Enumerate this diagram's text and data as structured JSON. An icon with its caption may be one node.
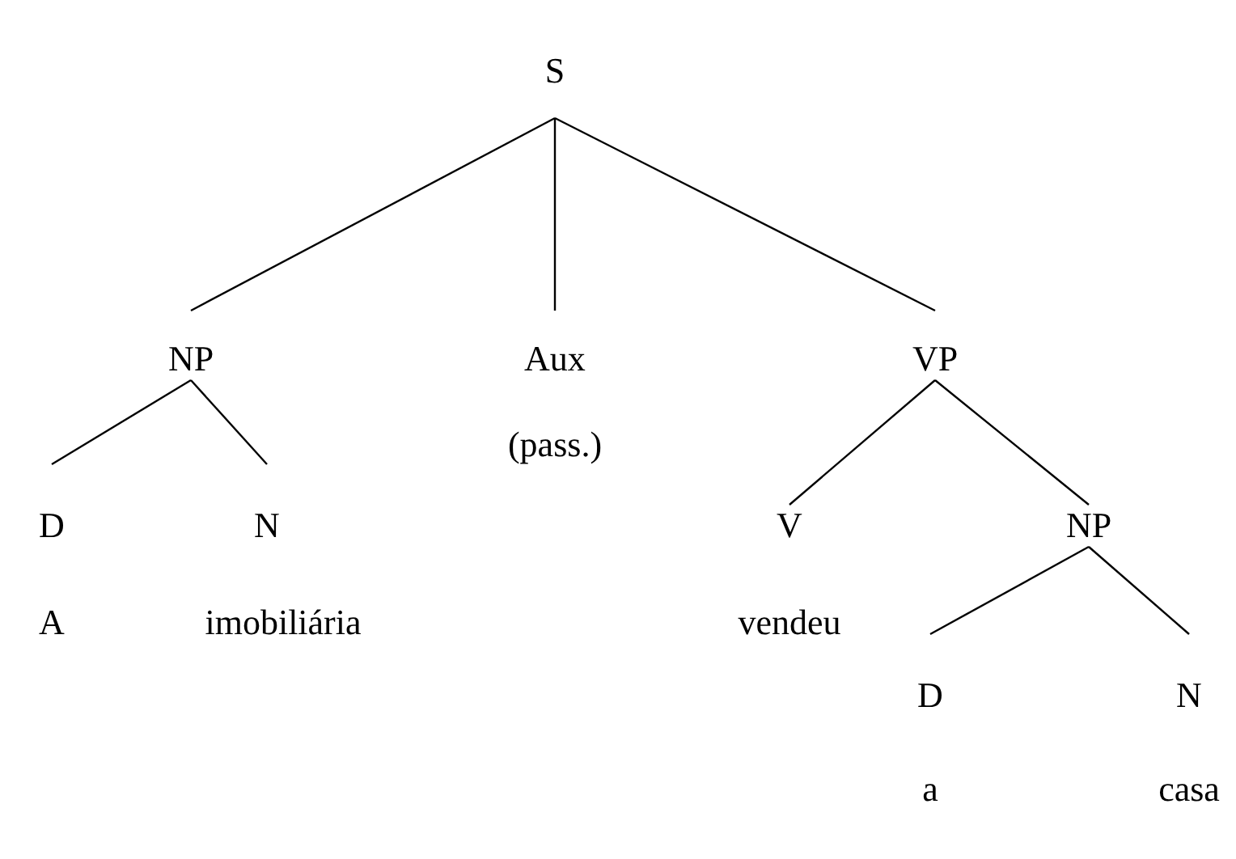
{
  "diagram": {
    "nodes": [
      {
        "text": [
          "S"
        ]
      },
      {
        "text": [
          "NP"
        ]
      },
      {
        "text": [
          "Aux"
        ],
        "beside": [
          "(pass.)"
        ]
      },
      {
        "text": [
          "VP"
        ]
      },
      {
        "text": [
          "D"
        ],
        "beside": [
          "A"
        ]
      },
      {
        "text": [
          "N"
        ],
        "beside": [
          "imobiliária"
        ]
      },
      {
        "text": [
          "V"
        ],
        "beside": [
          "vendeu"
        ]
      },
      {
        "text": [
          "NP"
        ]
      },
      {
        "text": [
          "D"
        ],
        "beside": [
          "a"
        ]
      },
      {
        "text": [
          "N"
        ],
        "beside": [
          "casa"
        ]
      }
    ],
    "edges": [
      {
        "from": 0,
        "to": 1,
        "arrow": "none"
      },
      {
        "from": 0,
        "to": 2,
        "arrow": "none"
      },
      {
        "from": 0,
        "to": 3,
        "arrow": "none"
      },
      {
        "from": 1,
        "to": 4,
        "arrow": "none"
      },
      {
        "from": 1,
        "to": 5,
        "arrow": "none"
      },
      {
        "from": 3,
        "to": 6,
        "arrow": "none"
      },
      {
        "from": 3,
        "to": 7,
        "arrow": "none"
      },
      {
        "from": 7,
        "to": 8,
        "arrow": "none"
      },
      {
        "from": 7,
        "to": 9,
        "arrow": "none"
      }
    ]
  }
}
